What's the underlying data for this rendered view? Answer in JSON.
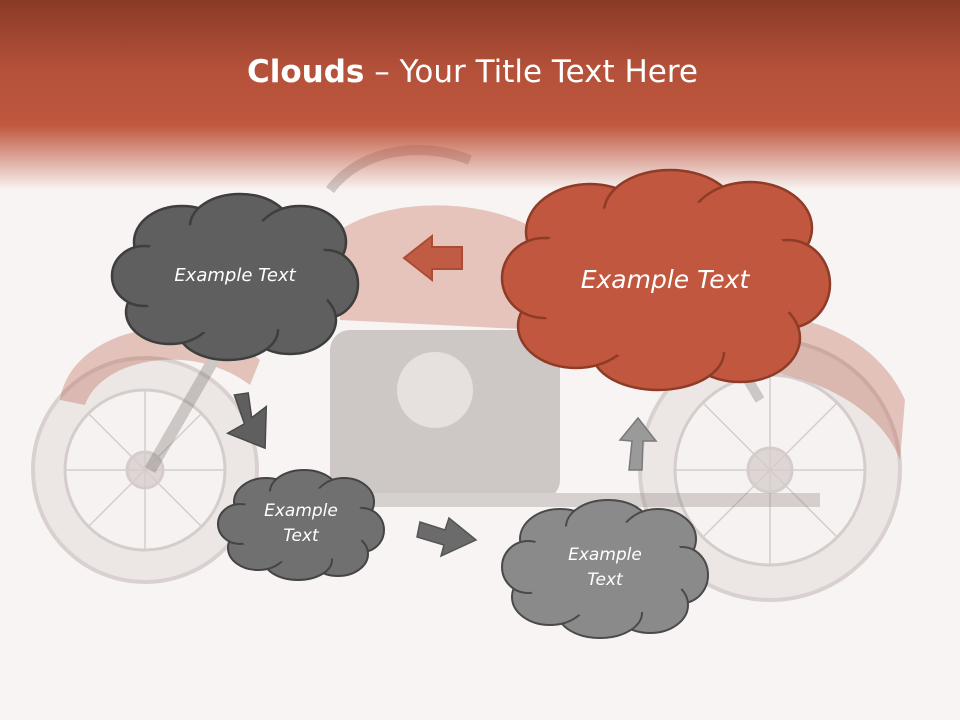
{
  "slide": {
    "title_bold": "Clouds",
    "title_dash": " – ",
    "title_rest": "Your Title Text Here"
  },
  "clouds": {
    "top_left": {
      "text": "Example Text",
      "color": "#5f5f5f"
    },
    "top_right": {
      "text": "Example Text",
      "color": "#c0573e"
    },
    "bottom_left": {
      "line1": "Example",
      "line2": "Text",
      "color": "#707070"
    },
    "bottom_right": {
      "line1": "Example",
      "line2": "Text",
      "color": "#8a8a8a"
    }
  },
  "colors": {
    "header": "#b4513a",
    "accent": "#c0573e",
    "arrow_gray": "#6b6b6b",
    "background": "#f8f4f3"
  },
  "icons": [
    "motorcycle-image",
    "arrow-left-icon",
    "arrow-down-icon",
    "arrow-right-icon",
    "arrow-up-icon"
  ]
}
